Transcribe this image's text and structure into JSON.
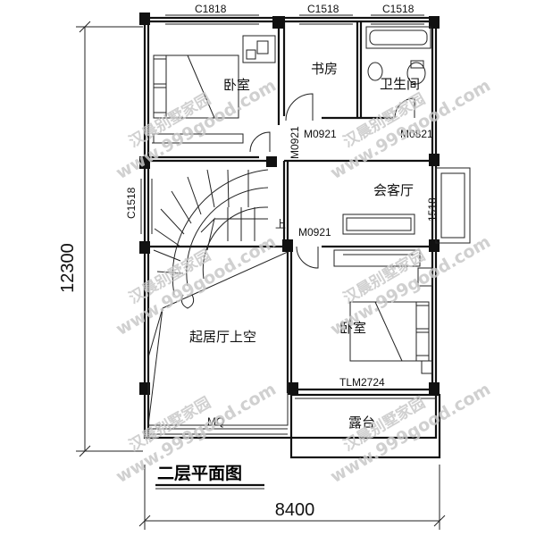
{
  "title": "二层平面图",
  "dimensions": {
    "height": "12300",
    "width": "8400"
  },
  "rooms": {
    "bedroom_top": "卧室",
    "study": "书房",
    "bathroom": "卫生间",
    "reception": "会客厅",
    "bedroom_mid": "卧室",
    "void": "起居厅上空",
    "balcony": "露台"
  },
  "codes": {
    "c1818": "C1818",
    "c1518_top": "C1518",
    "c1518_top2": "C1518",
    "c1518_left": "C1518",
    "c1518_right": "1518",
    "m0921_a": "M0921",
    "m0921_b": "M0921",
    "m0921_c": "M0921",
    "m0821": "M0821",
    "tlm2724": "TLM2724",
    "mq": "MQ",
    "up": "上"
  },
  "watermark": {
    "brand": "汉晨别墅家园",
    "site": "www.999good.com"
  }
}
